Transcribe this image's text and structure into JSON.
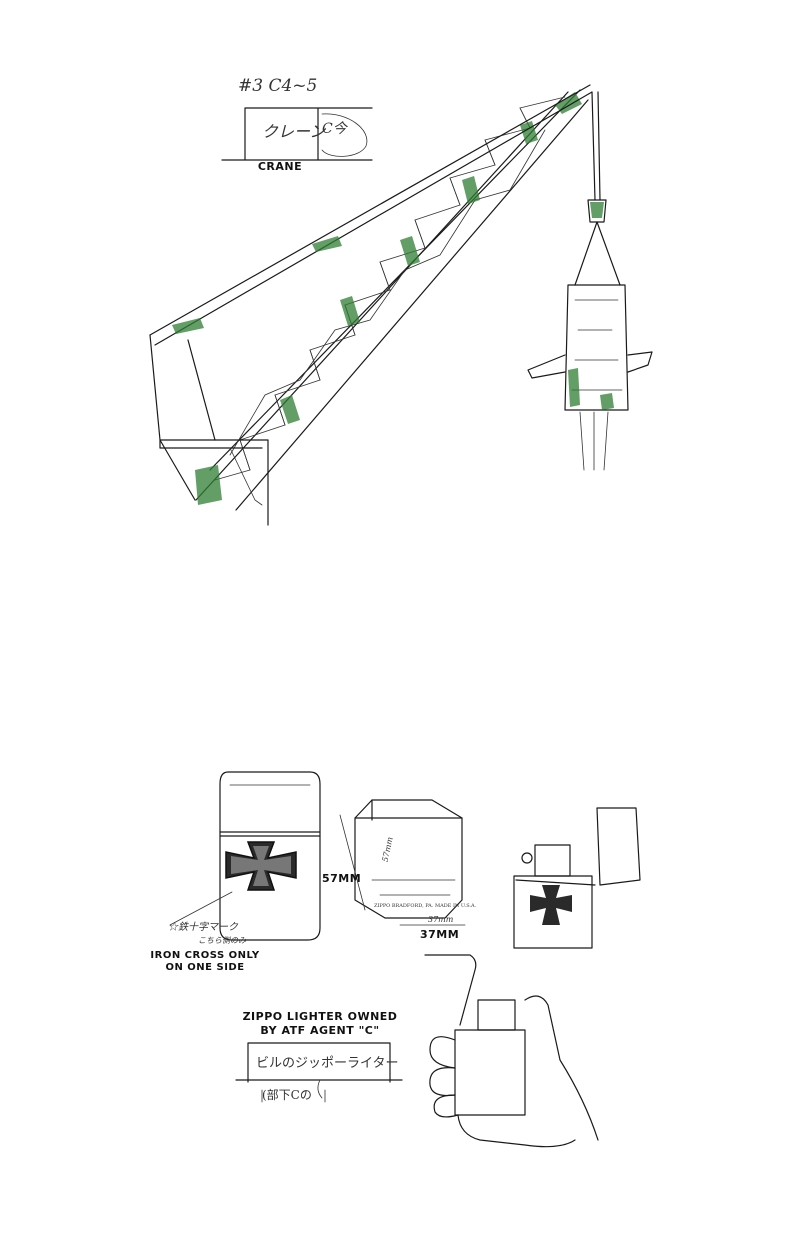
{
  "crane_sheet": {
    "cut_ref": "#3 C4~5",
    "jp_title": "クレーン",
    "jp_tag": "C今",
    "label": "CRANE"
  },
  "lighter_sheet": {
    "dimension_height": "57MM",
    "dimension_height_hand": "57mm",
    "dimension_width": "37MM",
    "dimension_width_hand": "37mm",
    "engraving": "ZIPPO BRADFORD, PA. MADE IN U.S.A.",
    "note_jp_1": "☆鉄十字マーク",
    "note_jp_2": "こちら側のみ",
    "note_en": "IRON CROSS ONLY\nON ONE SIDE",
    "title_en": "ZIPPO LIGHTER OWNED\nBY ATF AGENT \"C\"",
    "title_jp": "ビルのジッポーライター",
    "subtitle_jp": "(部下Cの"
  },
  "colors": {
    "ink": "#1a1a1a",
    "accent_green": "#2e7d32"
  }
}
